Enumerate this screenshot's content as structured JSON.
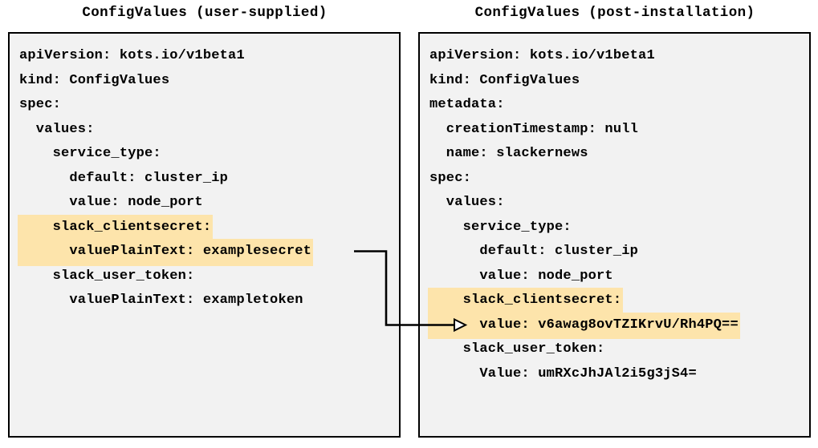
{
  "figure": {
    "panels": [
      {
        "id": "user-supplied",
        "title": "ConfigValues (user-supplied)",
        "lines": [
          {
            "indent": 0,
            "text": "apiVersion: kots.io/v1beta1",
            "highlight": false
          },
          {
            "indent": 0,
            "text": "kind: ConfigValues",
            "highlight": false
          },
          {
            "indent": 0,
            "text": "spec:",
            "highlight": false
          },
          {
            "indent": 1,
            "text": "values:",
            "highlight": false
          },
          {
            "indent": 2,
            "text": "service_type:",
            "highlight": false
          },
          {
            "indent": 3,
            "text": "default: cluster_ip",
            "highlight": false
          },
          {
            "indent": 3,
            "text": "value: node_port",
            "highlight": false
          },
          {
            "indent": 2,
            "text": "slack_clientsecret:",
            "highlight": true
          },
          {
            "indent": 3,
            "text": "valuePlainText: examplesecret",
            "highlight": true
          },
          {
            "indent": 2,
            "text": "slack_user_token:",
            "highlight": false
          },
          {
            "indent": 3,
            "text": "valuePlainText: exampletoken",
            "highlight": false
          }
        ]
      },
      {
        "id": "post-installation",
        "title": "ConfigValues (post-installation)",
        "lines": [
          {
            "indent": 0,
            "text": "apiVersion: kots.io/v1beta1",
            "highlight": false
          },
          {
            "indent": 0,
            "text": "kind: ConfigValues",
            "highlight": false
          },
          {
            "indent": 0,
            "text": "metadata:",
            "highlight": false
          },
          {
            "indent": 1,
            "text": "creationTimestamp: null",
            "highlight": false
          },
          {
            "indent": 1,
            "text": "name: slackernews",
            "highlight": false
          },
          {
            "indent": 0,
            "text": "spec:",
            "highlight": false
          },
          {
            "indent": 1,
            "text": "values:",
            "highlight": false
          },
          {
            "indent": 2,
            "text": "service_type:",
            "highlight": false
          },
          {
            "indent": 3,
            "text": "default: cluster_ip",
            "highlight": false
          },
          {
            "indent": 3,
            "text": "value: node_port",
            "highlight": false
          },
          {
            "indent": 2,
            "text": "slack_clientsecret:",
            "highlight": true
          },
          {
            "indent": 3,
            "text": "value: v6awag8ovTZIKrvU/Rh4PQ==",
            "highlight": true
          },
          {
            "indent": 2,
            "text": "slack_user_token:",
            "highlight": false
          },
          {
            "indent": 3,
            "text": "Value: umRXcJhJAl2i5g3jS4=",
            "highlight": false
          }
        ]
      }
    ],
    "connector": {
      "name": "plaintext-to-encrypted-arrow",
      "from_line": "valuePlainText: examplesecret",
      "to_line": "value: v6awag8ovTZIKrvU/Rh4PQ==",
      "arrowhead": "open-triangle"
    },
    "colors": {
      "highlight": "#fde4ab",
      "panel_fill": "#f2f2f2",
      "border": "#000000",
      "text": "#000000",
      "background": "#ffffff"
    }
  }
}
